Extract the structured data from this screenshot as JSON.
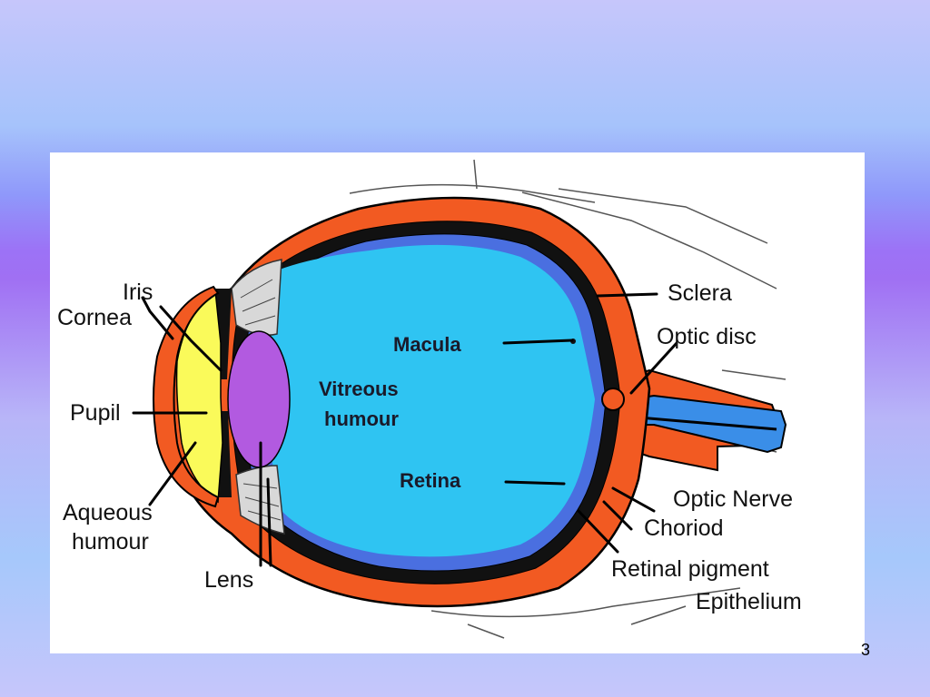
{
  "diagram": {
    "labels": {
      "iris": "Iris",
      "cornea": "Cornea",
      "pupil": "Pupil",
      "aqueous_1": "Aqueous",
      "aqueous_2": "humour",
      "lens": "Lens",
      "vitreous_1": "Vitreous",
      "vitreous_2": "humour",
      "macula": "Macula",
      "retina": "Retina",
      "sclera": "Sclera",
      "optic_disc": "Optic disc",
      "optic_nerve": "Optic Nerve",
      "choroid": "Choriod",
      "rpe_1": "Retinal pigment",
      "rpe_2": "Epithelium"
    },
    "colors": {
      "sclera": "#f25a22",
      "vitreous": "#2fc4f2",
      "retina": "#4a6fe0",
      "lens": "#b25ae0",
      "aqueous": "#fafa5a",
      "choroid": "#111111"
    }
  },
  "footer": {
    "slide_number": "3"
  }
}
